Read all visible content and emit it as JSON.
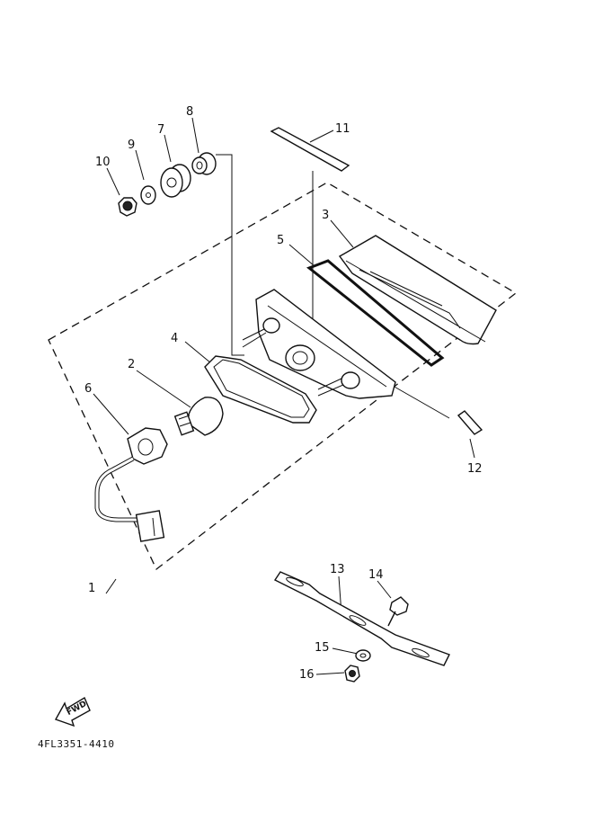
{
  "diagram": {
    "part_callouts": [
      {
        "id": "1",
        "label": "1"
      },
      {
        "id": "2",
        "label": "2"
      },
      {
        "id": "3",
        "label": "3"
      },
      {
        "id": "4",
        "label": "4"
      },
      {
        "id": "5",
        "label": "5"
      },
      {
        "id": "6",
        "label": "6"
      },
      {
        "id": "7",
        "label": "7"
      },
      {
        "id": "8",
        "label": "8"
      },
      {
        "id": "9",
        "label": "9"
      },
      {
        "id": "10",
        "label": "10"
      },
      {
        "id": "11",
        "label": "11"
      },
      {
        "id": "12",
        "label": "12"
      },
      {
        "id": "13",
        "label": "13"
      },
      {
        "id": "14",
        "label": "14"
      },
      {
        "id": "15",
        "label": "15"
      },
      {
        "id": "16",
        "label": "16"
      }
    ],
    "fwd_label": "FWD",
    "drawing_code": "4FL3351-4410"
  }
}
